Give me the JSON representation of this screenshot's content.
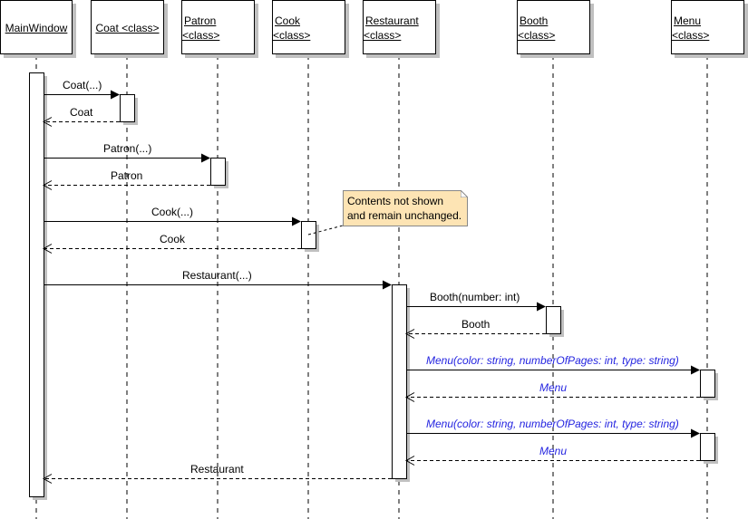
{
  "diagram": {
    "type": "UML sequence diagram",
    "lifelines": [
      {
        "id": "mainwindow",
        "label": "MainWindow",
        "label2": ""
      },
      {
        "id": "coat",
        "label": "Coat <class>",
        "label2": ""
      },
      {
        "id": "patron",
        "label": "Patron",
        "label2": "<class>"
      },
      {
        "id": "cook",
        "label": "Cook",
        "label2": "<class>"
      },
      {
        "id": "restaurant",
        "label": "Restaurant",
        "label2": "<class>"
      },
      {
        "id": "booth",
        "label": "Booth",
        "label2": "<class>"
      },
      {
        "id": "menu",
        "label": "Menu",
        "label2": "<class>"
      }
    ],
    "messages": [
      {
        "from": "mainwindow",
        "to": "coat",
        "kind": "call",
        "label": "Coat(...)",
        "style": "normal"
      },
      {
        "from": "coat",
        "to": "mainwindow",
        "kind": "return",
        "label": "Coat",
        "style": "normal"
      },
      {
        "from": "mainwindow",
        "to": "patron",
        "kind": "call",
        "label": "Patron(...)",
        "style": "normal"
      },
      {
        "from": "patron",
        "to": "mainwindow",
        "kind": "return",
        "label": "Patron",
        "style": "normal"
      },
      {
        "from": "mainwindow",
        "to": "cook",
        "kind": "call",
        "label": "Cook(...)",
        "style": "normal"
      },
      {
        "from": "cook",
        "to": "mainwindow",
        "kind": "return",
        "label": "Cook",
        "style": "normal"
      },
      {
        "from": "mainwindow",
        "to": "restaurant",
        "kind": "call",
        "label": "Restaurant(...)",
        "style": "normal"
      },
      {
        "from": "restaurant",
        "to": "booth",
        "kind": "call",
        "label": "Booth(number: int)",
        "style": "normal"
      },
      {
        "from": "booth",
        "to": "restaurant",
        "kind": "return",
        "label": "Booth",
        "style": "normal"
      },
      {
        "from": "restaurant",
        "to": "menu",
        "kind": "call",
        "label": "Menu(color: string, numberOfPages: int, type: string)",
        "style": "highlight"
      },
      {
        "from": "menu",
        "to": "restaurant",
        "kind": "return",
        "label": "Menu",
        "style": "highlight"
      },
      {
        "from": "restaurant",
        "to": "menu",
        "kind": "call",
        "label": "Menu(color: string, numberOfPages: int, type: string)",
        "style": "highlight"
      },
      {
        "from": "menu",
        "to": "restaurant",
        "kind": "return",
        "label": "Menu",
        "style": "highlight"
      },
      {
        "from": "restaurant",
        "to": "mainwindow",
        "kind": "return",
        "label": "Restaurant",
        "style": "normal"
      }
    ],
    "note": {
      "line1": "Contents not shown",
      "line2": "and remain unchanged.",
      "attached_to": "cook"
    },
    "colors": {
      "line": "#000000",
      "shadow": "#c0c0c0",
      "note_fill": "#fde4b4",
      "highlight_text": "#2424e0"
    }
  }
}
